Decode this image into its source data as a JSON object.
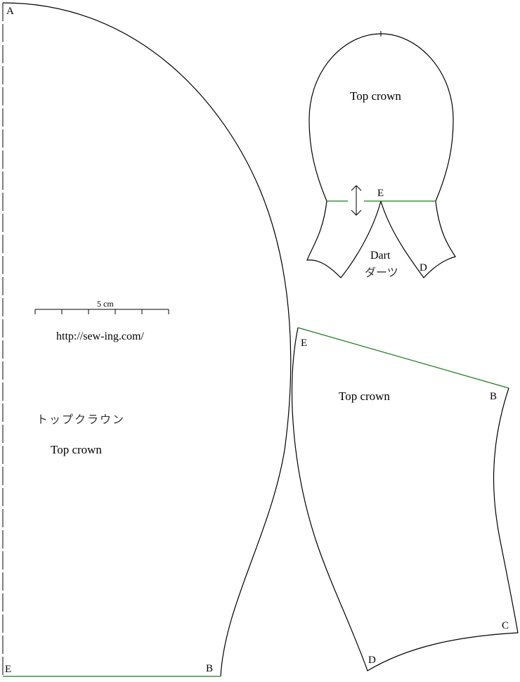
{
  "main_piece": {
    "point_labels": {
      "a": "A",
      "e": "E",
      "b": "B"
    },
    "label_jp": "トップクラウン",
    "label_en": "Top crown"
  },
  "scale_bar": {
    "label": "5 cm"
  },
  "website": "http://sew-ing.com/",
  "small_piece": {
    "title": "Top crown",
    "point_labels": {
      "e": "E",
      "d": "D"
    },
    "dart_en": "Dart",
    "dart_jp": "ダーツ"
  },
  "side_piece": {
    "title": "Top crown",
    "point_labels": {
      "e": "E",
      "b": "B",
      "c": "C",
      "d": "D"
    }
  },
  "colors": {
    "outline": "#000000",
    "seam_line": "#1a7a1a",
    "background": "#ffffff"
  }
}
